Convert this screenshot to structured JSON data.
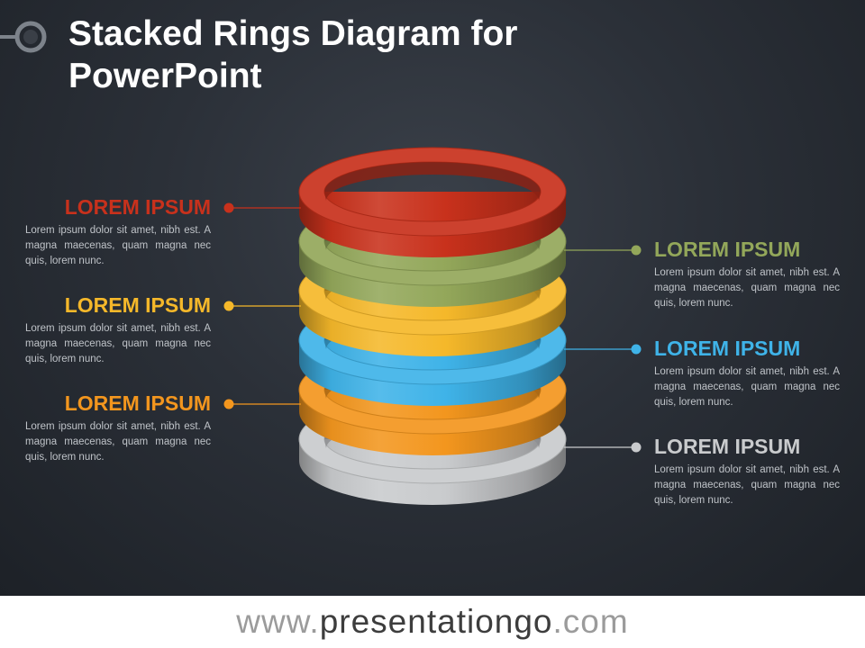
{
  "title": {
    "line1": "Stacked Rings Diagram for",
    "line2": "PowerPoint"
  },
  "footer": {
    "prefix": "www.",
    "domain": "presentationgo",
    "suffix": ".com"
  },
  "rings": [
    {
      "color": "#c8311c",
      "side": "left",
      "label": "LOREM IPSUM",
      "text": "Lorem ipsum dolor sit amet, nibh est. A magna maecenas, quam magna nec quis, lorem nunc."
    },
    {
      "color": "#93a75a",
      "side": "right",
      "label": "LOREM IPSUM",
      "text": "Lorem ipsum dolor sit amet, nibh est. A magna maecenas, quam magna nec quis, lorem nunc."
    },
    {
      "color": "#f5b82a",
      "side": "left",
      "label": "LOREM IPSUM",
      "text": "Lorem ipsum dolor sit amet, nibh est. A magna maecenas, quam magna nec quis, lorem nunc."
    },
    {
      "color": "#3fb3e8",
      "side": "right",
      "label": "LOREM IPSUM",
      "text": "Lorem ipsum dolor sit amet, nibh est. A magna maecenas, quam magna nec quis, lorem nunc."
    },
    {
      "color": "#f3961e",
      "side": "left",
      "label": "LOREM IPSUM",
      "text": "Lorem ipsum dolor sit amet, nibh est. A magna maecenas, quam magna nec quis, lorem nunc."
    },
    {
      "color": "#c9cbcd",
      "side": "right",
      "label": "LOREM IPSUM",
      "text": "Lorem ipsum dolor sit amet, nibh est. A magna maecenas, quam magna nec quis, lorem nunc."
    }
  ]
}
